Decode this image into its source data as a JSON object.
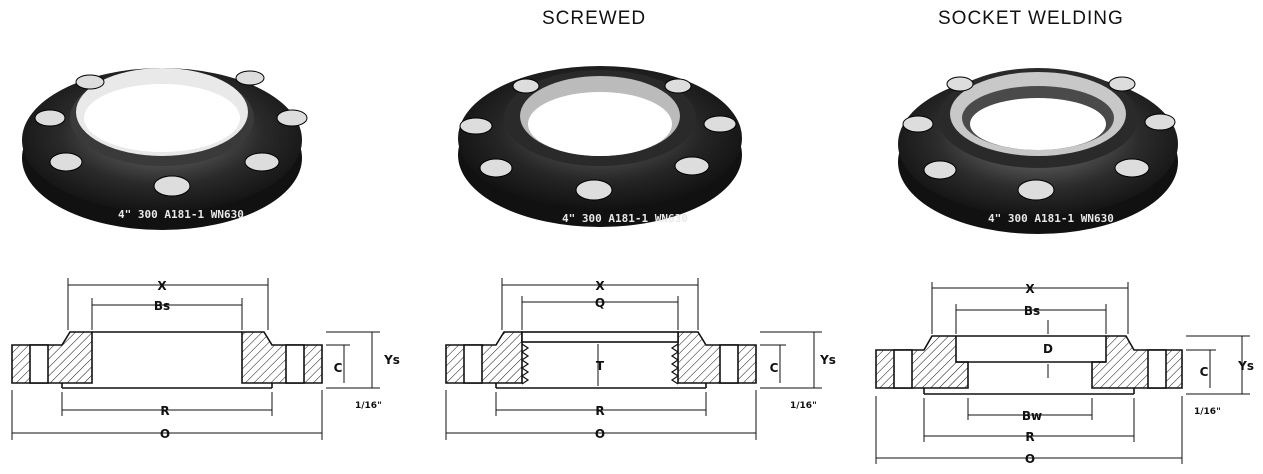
{
  "panels": [
    {
      "title": "",
      "stamp": "4\"  300  A181-1  WN630",
      "dims": {
        "x": "X",
        "inner": "Bs",
        "r": "R",
        "o": "O",
        "c": "C",
        "ys": "Ys",
        "raised": "1/16\""
      }
    },
    {
      "title": "SCREWED",
      "stamp": "4\"  300  A181-1  WN630",
      "dims": {
        "x": "X",
        "inner": "Q",
        "t": "T",
        "r": "R",
        "o": "O",
        "c": "C",
        "ys": "Ys",
        "raised": "1/16\""
      }
    },
    {
      "title": "SOCKET WELDING",
      "stamp": "4\"  300  A181-1  WN630",
      "dims": {
        "x": "X",
        "inner": "Bs",
        "d": "D",
        "bw": "Bw",
        "r": "R",
        "o": "O",
        "c": "C",
        "ys": "Ys",
        "raised": "1/16\""
      }
    }
  ],
  "colors": {
    "metal_dark": "#1c1c1c",
    "metal_mid": "#5a5a5a",
    "metal_light": "#d8d8d8",
    "line": "#111111"
  }
}
